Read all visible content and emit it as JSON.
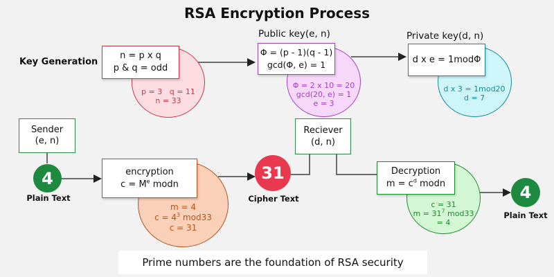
{
  "title": "RSA Encryption Process",
  "colors": {
    "background": "#f2f2f2",
    "keygen": "#c8374b",
    "keygen_fill": "#fddde2",
    "public": "#a23fc9",
    "public_fill": "#f7d8fb",
    "private": "#178a98",
    "private_fill": "#cdf5fa",
    "encrypt": "#b4541c",
    "encrypt_fill": "#fbd0b8",
    "decrypt": "#1e8a2e",
    "decrypt_fill": "#d2f7d2",
    "plain_badge": "#1e8a3f",
    "cipher_badge": "#e8394f",
    "sender_border": "#2e8b45"
  },
  "key_generation": {
    "label": "Key Generation",
    "box_line1": "n = p x q",
    "box_line2": "p & q = odd",
    "circle_line1": "p = 3   q = 11",
    "circle_line2": "n = 33"
  },
  "public_key": {
    "header": "Public key(e, n)",
    "box_line1": "Φ = (p - 1)(q - 1)",
    "box_line2": "gcd(Φ, e) = 1",
    "circle_line1": "Φ = 2 x 10 = 20",
    "circle_line2": "gcd(20, e) = 1",
    "circle_line3": "e = 3"
  },
  "private_key": {
    "header": "Private key(d, n)",
    "box_line1": "d x e = 1modΦ",
    "circle_line1": "d x 3 = 1mod20",
    "circle_line2": "d = 7"
  },
  "sender": {
    "line1": "Sender",
    "line2": "(e, n)"
  },
  "plain_text_in": {
    "value": "4",
    "caption": "Plain Text"
  },
  "encryption": {
    "title": "encryption",
    "formula_pre": "c = M",
    "formula_sup": "e",
    "formula_post": " modn",
    "circle_line1": "m = 4",
    "circle_line2_pre": "c = 4",
    "circle_line2_sup": "3",
    "circle_line2_post": " mod33",
    "circle_line3": "c = 31"
  },
  "cipher_text": {
    "value": "31",
    "caption": "Cipher Text"
  },
  "receiver": {
    "line1": "Reciever",
    "line2": "(d, n)"
  },
  "decryption": {
    "title": "Decryption",
    "formula_pre": "m = c",
    "formula_sup": "d",
    "formula_post": " modn",
    "circle_line1": "c = 31",
    "circle_line2_pre": "m = 31",
    "circle_line2_sup": "7",
    "circle_line2_post": " mod33",
    "circle_line3": "= 4"
  },
  "plain_text_out": {
    "value": "4",
    "caption": "Plain Text"
  },
  "footer": "Prime numbers are the foundation of RSA security"
}
